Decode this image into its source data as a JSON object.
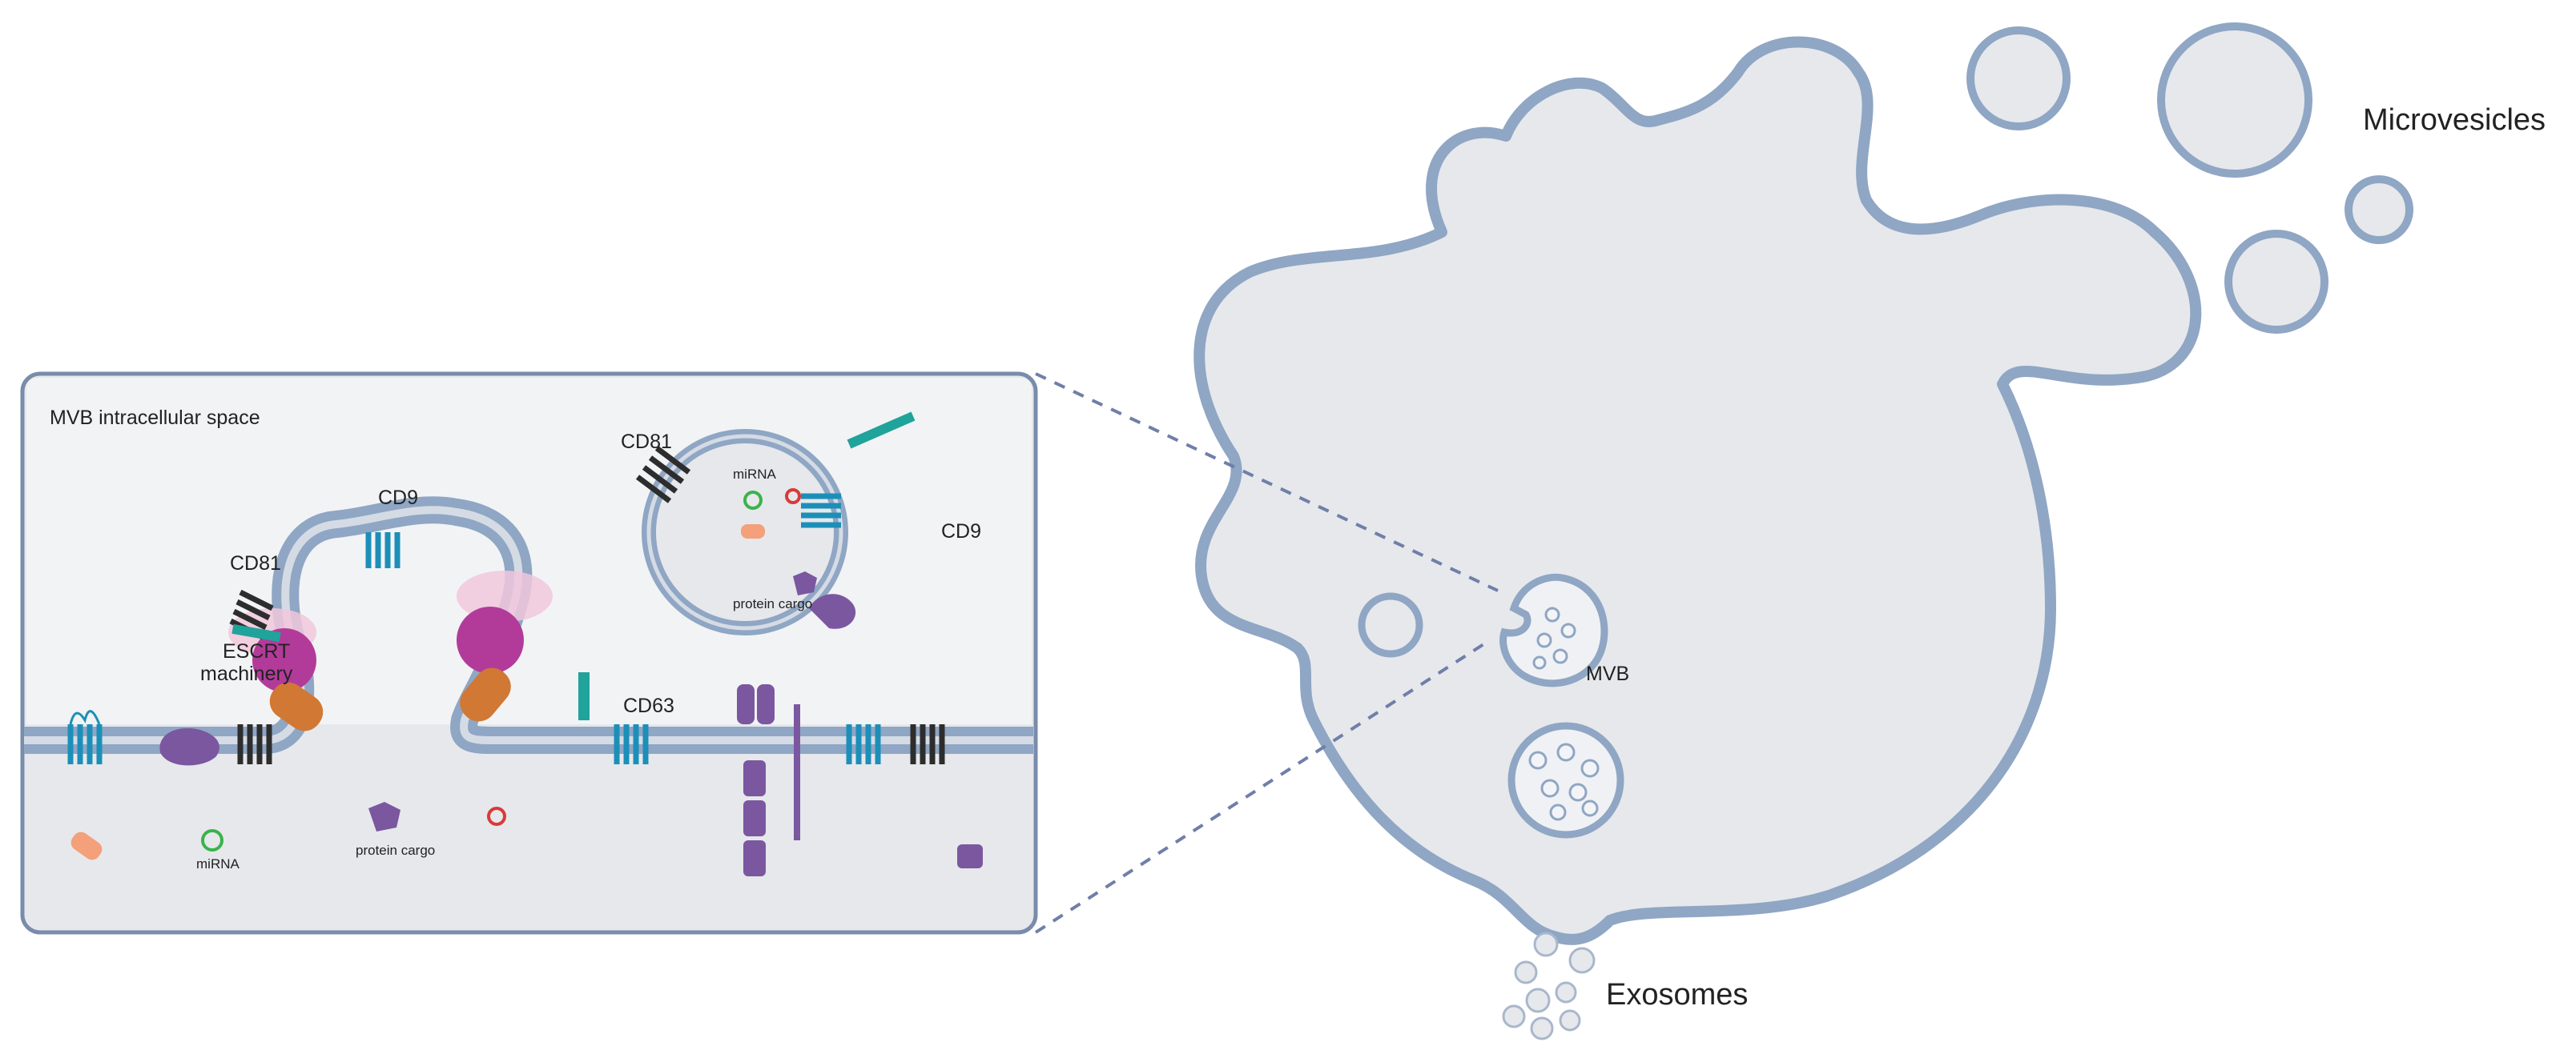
{
  "labels": {
    "panel_title": "MVB intracellular space",
    "cd81_membrane": "CD81",
    "cd9_membrane": "CD9",
    "escrt_line1": "ESCRT",
    "escrt_line2": "machinery",
    "cd63": "CD63",
    "mirna_cyto": "miRNA",
    "protein_cargo_cyto": "protein cargo",
    "cd81_vesicle": "CD81",
    "cd9_vesicle": "CD9",
    "mirna_vesicle": "miRNA",
    "protein_cargo_vesicle": "protein cargo",
    "mvb": "MVB",
    "microvesicles": "Microvesicles",
    "exosomes": "Exosomes"
  },
  "colors": {
    "membrane": "#8fa6c4",
    "cytoplasm": "#e6e8ec",
    "teal_protein": "#1c8fb8",
    "dark_protein": "#2d2d2d",
    "purple_protein": "#7b57a0",
    "magenta_escrt": "#b23b9a",
    "orange_escrt": "#d07834",
    "green_teal": "#1fa39a",
    "pink_halo": "#f1c7dc"
  }
}
